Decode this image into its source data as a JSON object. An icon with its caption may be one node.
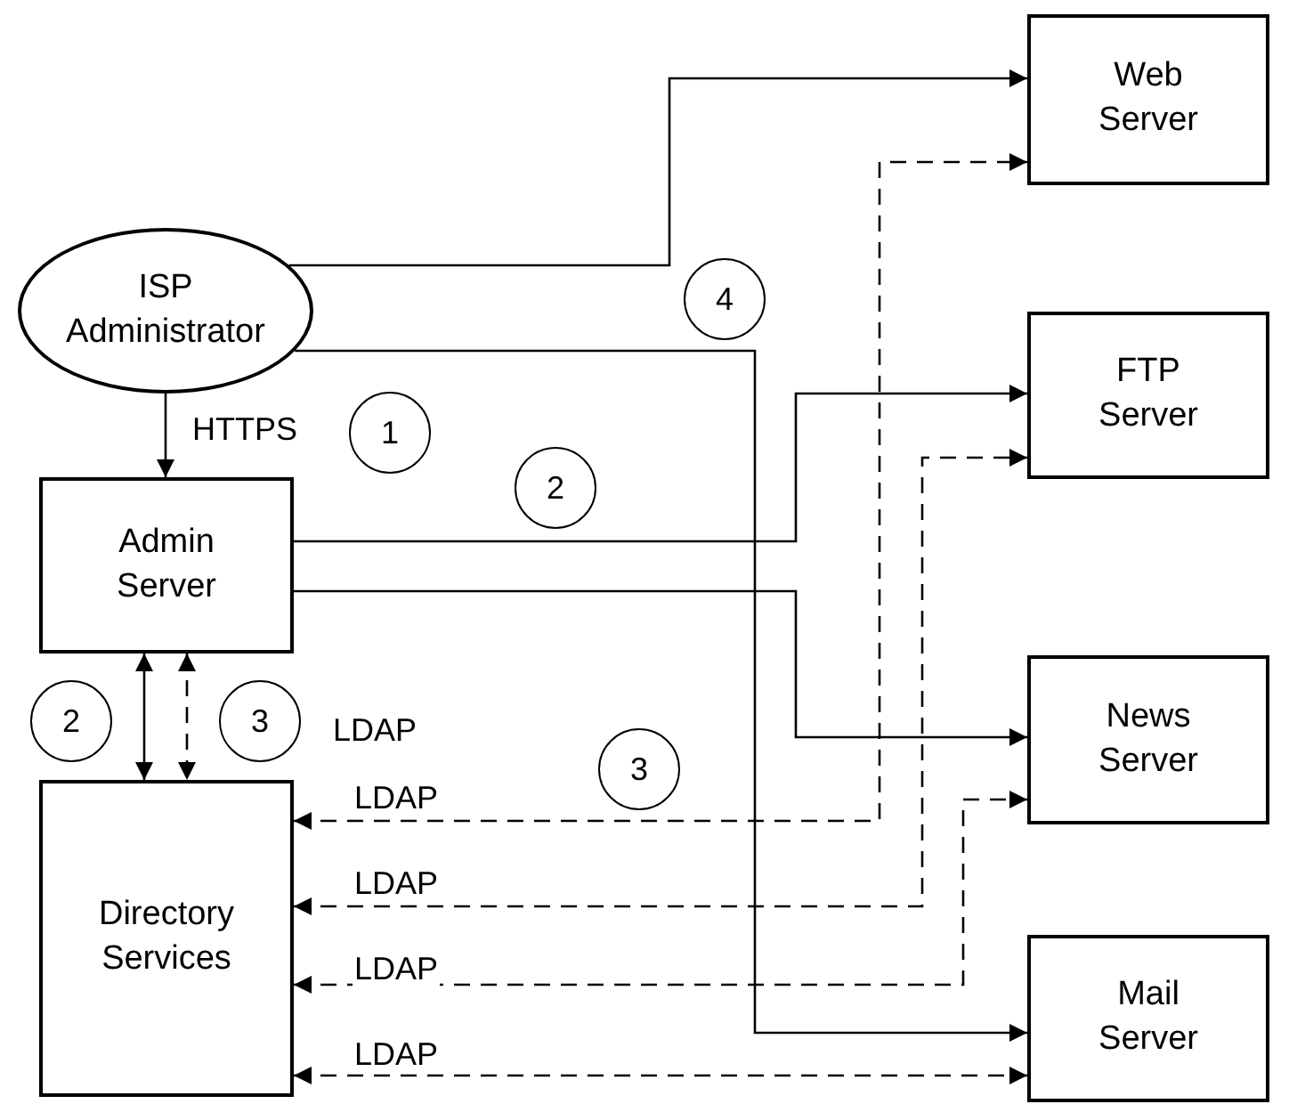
{
  "diagram": {
    "nodes": [
      {
        "text": [
          "ISP Administrator"
        ]
      },
      {
        "text": [
          "Admin Server"
        ]
      },
      {
        "text": [
          "Directory Services"
        ]
      },
      {
        "text": [
          "Web Server"
        ]
      },
      {
        "text": [
          "FTP Server"
        ]
      },
      {
        "text": [
          "News Server"
        ]
      },
      {
        "text": [
          "Mail Server"
        ]
      }
    ],
    "edges": [
      {
        "from": 0,
        "to": 3,
        "arrow": "to"
      },
      {
        "from": 0,
        "to": 6,
        "arrow": "to"
      },
      {
        "from": 0,
        "to": 1,
        "arrow": "to",
        "label": "HTTPS"
      },
      {
        "from": 1,
        "to": 4,
        "arrow": "to"
      },
      {
        "from": 1,
        "to": 5,
        "arrow": "to"
      },
      {
        "from": 1,
        "to": 2,
        "arrow": "both"
      },
      {
        "from": 1,
        "to": 2,
        "arrow": "both",
        "style": "dashed"
      },
      {
        "from": 2,
        "to": 3,
        "arrow": "both",
        "style": "dashed",
        "label": "LDAP"
      },
      {
        "from": 2,
        "to": 4,
        "arrow": "both",
        "style": "dashed",
        "label": "LDAP"
      },
      {
        "from": 2,
        "to": 5,
        "arrow": "both",
        "style": "dashed",
        "label": "LDAP"
      },
      {
        "from": 2,
        "to": 6,
        "arrow": "both",
        "style": "dashed",
        "label": "LDAP"
      }
    ],
    "labels": [
      "4",
      "1",
      "2",
      "2",
      "3",
      "LDAP",
      "3"
    ]
  }
}
